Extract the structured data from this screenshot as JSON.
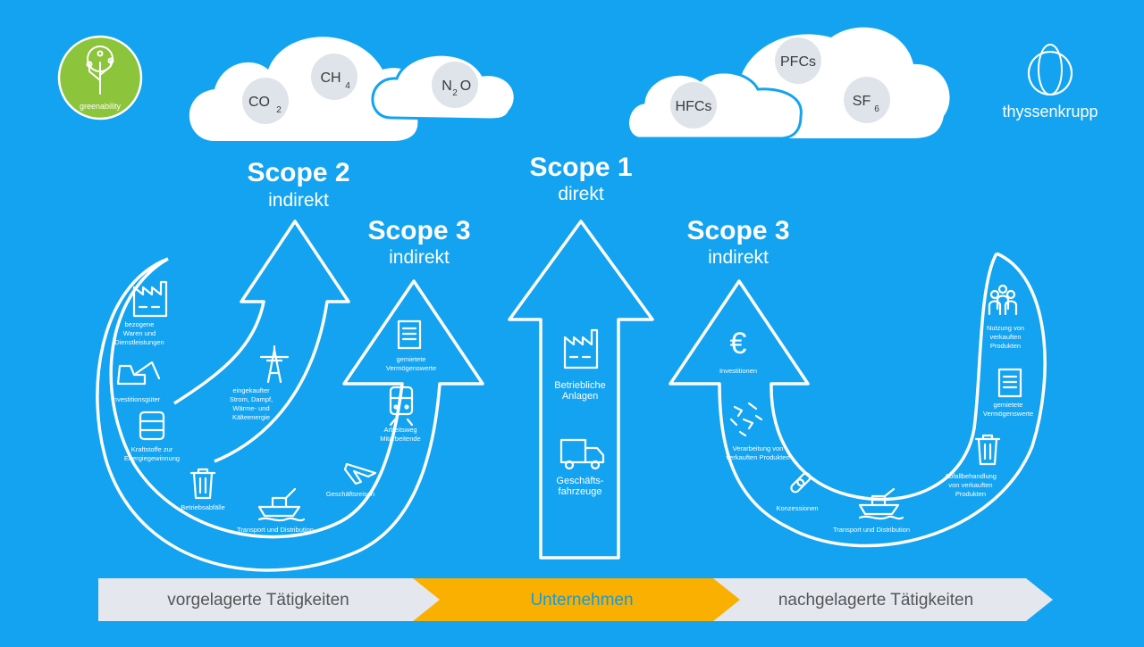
{
  "logo_left": {
    "name": "greenability"
  },
  "logo_right": {
    "name": "thyssenkrupp"
  },
  "clouds": {
    "left": {
      "gases": [
        {
          "base": "CO",
          "sub": "2"
        },
        {
          "base": "CH",
          "sub": "4"
        },
        {
          "base": "N",
          "sub": "2",
          "tail": "O"
        }
      ]
    },
    "right": {
      "gases": [
        {
          "base": "PFCs"
        },
        {
          "base": "HFCs"
        },
        {
          "base": "SF",
          "sub": "6"
        }
      ]
    }
  },
  "scopes": {
    "scope2": {
      "title": "Scope 2",
      "subtitle": "indirekt"
    },
    "scope1": {
      "title": "Scope 1",
      "subtitle": "direkt"
    },
    "scope3_up": {
      "title": "Scope 3",
      "subtitle": "indirekt"
    },
    "scope3_down": {
      "title": "Scope 3",
      "subtitle": "indirekt"
    }
  },
  "scope1_items": [
    {
      "icon": "factory-icon",
      "lines": [
        "Betriebliche",
        "Anlagen"
      ]
    },
    {
      "icon": "truck-icon",
      "lines": [
        "Geschäfts-",
        "fahrzeuge"
      ]
    }
  ],
  "scope2_items": [
    {
      "icon": "power-pylon-icon",
      "lines": [
        "eingekaufter",
        "Strom, Dampf,",
        "Wärme- und",
        "Kälteenergie"
      ]
    }
  ],
  "upstream_items": [
    {
      "icon": "factory-icon",
      "lines": [
        "bezogene",
        "Waren und",
        "Dienstleistungen"
      ]
    },
    {
      "icon": "excavator-icon",
      "lines": [
        "Investitionsgüter"
      ]
    },
    {
      "icon": "fuel-barrel-icon",
      "lines": [
        "Kraftstoffe zur",
        "Energiegewinnung"
      ]
    },
    {
      "icon": "trash-bin-icon",
      "lines": [
        "Betriebsabfälle"
      ]
    },
    {
      "icon": "ship-icon",
      "lines": [
        "Transport und Distribution"
      ]
    },
    {
      "icon": "airplane-icon",
      "lines": [
        "Geschäftsreisen"
      ]
    },
    {
      "icon": "train-icon",
      "lines": [
        "Arbeitsweg",
        "Mitarbeitende"
      ]
    },
    {
      "icon": "document-icon",
      "lines": [
        "gemietete",
        "Vermögenswerte"
      ]
    }
  ],
  "downstream_items": [
    {
      "icon": "euro-icon",
      "lines": [
        "Investitionen"
      ]
    },
    {
      "icon": "processing-icon",
      "lines": [
        "Verarbeitung von",
        "verkauften Produkten"
      ]
    },
    {
      "icon": "chain-link-icon",
      "lines": [
        "Konzessionen"
      ]
    },
    {
      "icon": "ship-icon",
      "lines": [
        "Transport und Distribution"
      ]
    },
    {
      "icon": "trash-bin-icon",
      "lines": [
        "Abfallbehandlung",
        "von verkauften",
        "Produkten"
      ]
    },
    {
      "icon": "document-icon",
      "lines": [
        "gemietete",
        "Vermögenswerte"
      ]
    },
    {
      "icon": "people-icon",
      "lines": [
        "Nutzung von",
        "verkauften",
        "Produkten"
      ]
    }
  ],
  "value_chain": {
    "upstream": "vorgelagerte Tätigkeiten",
    "company": "Unternehmen",
    "downstream": "nachgelagerte Tätigkeiten"
  },
  "colors": {
    "background": "#13a3f0",
    "logo_green": "#8cc43c",
    "company_orange": "#f9b000",
    "cloud_white": "#ffffff",
    "gas_circle": "#dfe4ea",
    "bar_text_blue": "#1a9ad6"
  }
}
